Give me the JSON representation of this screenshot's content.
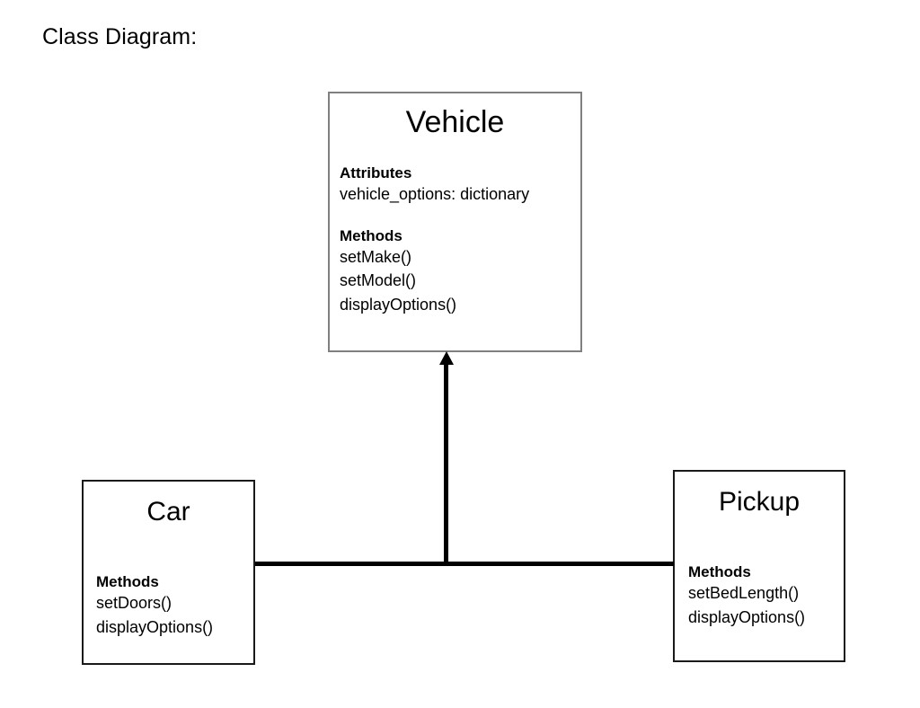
{
  "page": {
    "title": "Class Diagram:",
    "background_color": "#ffffff",
    "text_color": "#000000"
  },
  "diagram": {
    "type": "uml-class-diagram",
    "classes": [
      {
        "id": "vehicle",
        "name": "Vehicle",
        "role": "superclass",
        "border_color": "#808080",
        "compartments": [
          {
            "header": "Attributes",
            "members": [
              "vehicle_options: dictionary"
            ]
          },
          {
            "header": "Methods",
            "members": [
              "setMake()",
              "setModel()",
              "displayOptions()"
            ]
          }
        ]
      },
      {
        "id": "car",
        "name": "Car",
        "role": "subclass",
        "border_color": "#1a1a1a",
        "compartments": [
          {
            "header": "Methods",
            "members": [
              "setDoors()",
              "displayOptions()"
            ]
          }
        ]
      },
      {
        "id": "pickup",
        "name": "Pickup",
        "role": "subclass",
        "border_color": "#1a1a1a",
        "compartments": [
          {
            "header": "Methods",
            "members": [
              "setBedLength()",
              "displayOptions()"
            ]
          }
        ]
      }
    ],
    "relationships": [
      {
        "kind": "generalization",
        "label": "",
        "from": [
          "car",
          "pickup"
        ],
        "to": "vehicle",
        "arrow": "filled-triangle",
        "line_color": "#000000"
      }
    ]
  }
}
